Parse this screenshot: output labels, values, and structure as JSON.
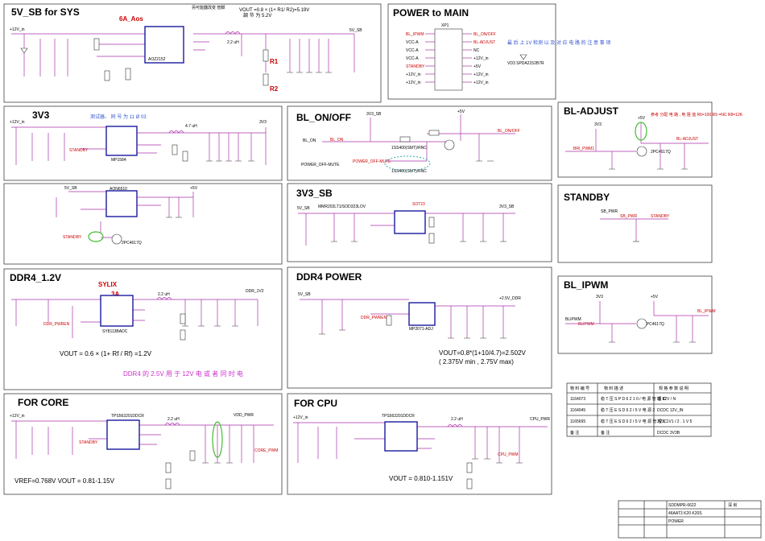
{
  "sections": {
    "sb5v": {
      "title": "5V_SB for SYS",
      "part_note": "6A_Aos",
      "ic": "AOZ2152",
      "vout": "VOUT =0.8 × (1+ R1/ R2)=5.19V",
      "v_note": "調 节 为 5.2V",
      "top_note": "另可能器改变 管脚",
      "r1": "R1",
      "r2": "R2",
      "inductor": "2.2 uH",
      "in_net": "+12V_in",
      "out_net": "5V_SB"
    },
    "v3v3": {
      "title": "3V3",
      "note": "测试器、 同 号 为 11 Ø 03",
      "ic": "MP1584",
      "inductor": "4.7 uH",
      "in_net": "+12V_in",
      "out_net": "3V3",
      "standby": "STANDBY"
    },
    "v5v": {
      "ic": "AON6510",
      "in_net": "5V_SB",
      "out_net": "+5V",
      "standby": "STANDBY",
      "q": "2PC4617Q"
    },
    "ddr12": {
      "title": "DDR4_1.2V",
      "brand": "SYLIX",
      "amp": "3A",
      "ic": "SY8113BADC",
      "inductor": "2.2 uH",
      "vout": "VOUT = 0.6 × (1+ Rf / Rf) =1.2V",
      "note": "DDR4 的 2.5V 用 于 12V 电 或 者 同 时 电",
      "net": "DDR_PWREN",
      "out_net": "DDR_1V2"
    },
    "core": {
      "title": "FOR CORE",
      "ic": "TPS563201DDCR",
      "inductor": "2.2 uH",
      "vout": "VREF=0.768V VOUT = 0.81-1.15V",
      "net": "CORE_PWM",
      "out_net": "VDD_PWR",
      "in_net": "+12V_in",
      "standby": "STANDBY"
    },
    "power_main": {
      "title": "POWER to MAIN",
      "conn": "XP1",
      "note": "最 后 上 1V 检测 以 及 对 应 电 路 的 注 意 事 项",
      "pins_left": [
        "BL_IPWM",
        "VCC-A",
        "VCC-A",
        "VCC-A",
        "STANDBY",
        "+12V_in",
        "+12V_in"
      ],
      "pins_right": [
        "BL_ON/OFF",
        "BL-ADJUST",
        "NC",
        "+12V_in",
        "+5V",
        "+12V_in",
        "+12V_in"
      ],
      "diode": "VD3 SPDA2152B7R"
    },
    "bl_onoff": {
      "title": "BL_ON/OFF",
      "in_net": "BL_ON",
      "out_net": "BL_ON/OFF",
      "mute": "POWER_OFF-MUTE",
      "mute_net": "POWER_OFF-MUTE",
      "d1": "1SS400(SMT)/RNC",
      "d2": "1SS400(SMT)/RNC",
      "rail": "3V3_SB",
      "rail2": "+5V"
    },
    "sb3v3": {
      "title": "3V3_SB",
      "ic": "SOT23",
      "in_net": "5V_SB",
      "out_net": "3V3_SB",
      "diode": "MMR202LT1/SOD323LOV"
    },
    "ddr4p": {
      "title": "DDR4 POWER",
      "ic": "MP2071-ADJ",
      "vout": "VOUT=0.8*(1+10/4.7)=2.502V",
      "vrange": "( 2.375V min , 2.75V max)",
      "in_net": "5V_SB",
      "net": "DDR_PWREN",
      "out_net": "+2.5V_DDR"
    },
    "cpu": {
      "title": "FOR CPU",
      "ic": "TPS563201DDCR",
      "inductor": "2.2 uH",
      "vout": "VOUT = 0.810-1.151V",
      "net": "CPU_PWM",
      "out_net": "CPU_PWR",
      "in_net": "+12V_in"
    },
    "bl_adjust": {
      "title": "BL-ADJUST",
      "note": "参考 分配 电 路 , 电 阻 值 R6=100,R9 =NC R8=12K",
      "in_net": "BRI_PWM1",
      "out_net": "BL-ADJUST",
      "q": "2PC4617Q",
      "rail": "+5V",
      "rail2": "3V3"
    },
    "standby": {
      "title": "STANDBY",
      "in_net": "SB_PWR",
      "out_net": "STANDBY"
    },
    "bl_ipwm": {
      "title": "BL_IPWM",
      "in_net": "BLIPWM",
      "out_net": "BL_IPWM",
      "q": "2PC4617Q",
      "rail": "3V3",
      "rail2": "+5V"
    }
  },
  "bom_table": {
    "headers": [
      "物 料 编 号",
      "物 料 描 述",
      "规 格 参 数 说 明"
    ],
    "rows": [
      [
        "1164073",
        "稳 T 压 S P D 6 2 1 0 / 电 源 管 理 IC",
        "输 12V / N"
      ],
      [
        "1164045",
        "稳 T 压 E S D 6 2 / 5 V 电 源 2",
        "DCDC 12V_IN"
      ],
      [
        "1165695",
        "稳 T 压 E S D 6 2 / 5 V 电 源 管 理 IC",
        "3V3, 1V1 / 2 . 1 V 5"
      ],
      [
        "备 注",
        "备 注",
        "DCDC 3V3B"
      ]
    ]
  },
  "title_block": {
    "project": "SDDMPR-6622",
    "board": "46AAT3 K20 K20S",
    "sheet": "POWER",
    "company": "深 圳"
  }
}
